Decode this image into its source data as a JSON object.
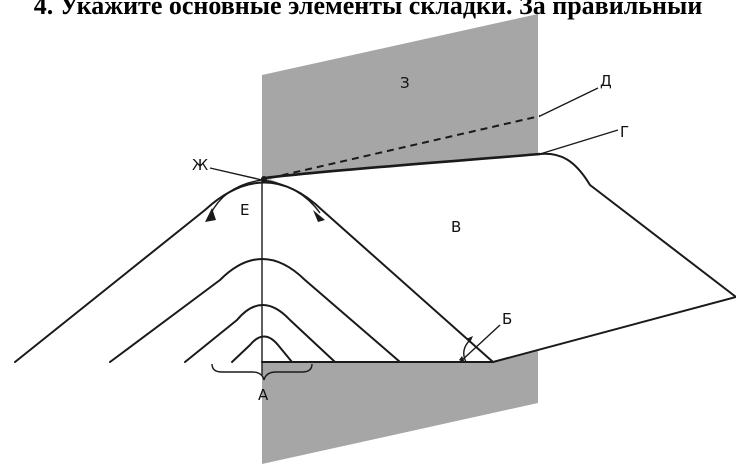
{
  "heading": "4. Укажите основные элементы складки. За правильный",
  "labels": {
    "a": "А",
    "b": "Б",
    "v": "В",
    "g": "Г",
    "d": "Д",
    "e": "Е",
    "zh": "Ж",
    "z": "З"
  },
  "colors": {
    "axial_plane": "#a6a6a6",
    "lines": "#1a1a1a",
    "background": "#ffffff"
  }
}
